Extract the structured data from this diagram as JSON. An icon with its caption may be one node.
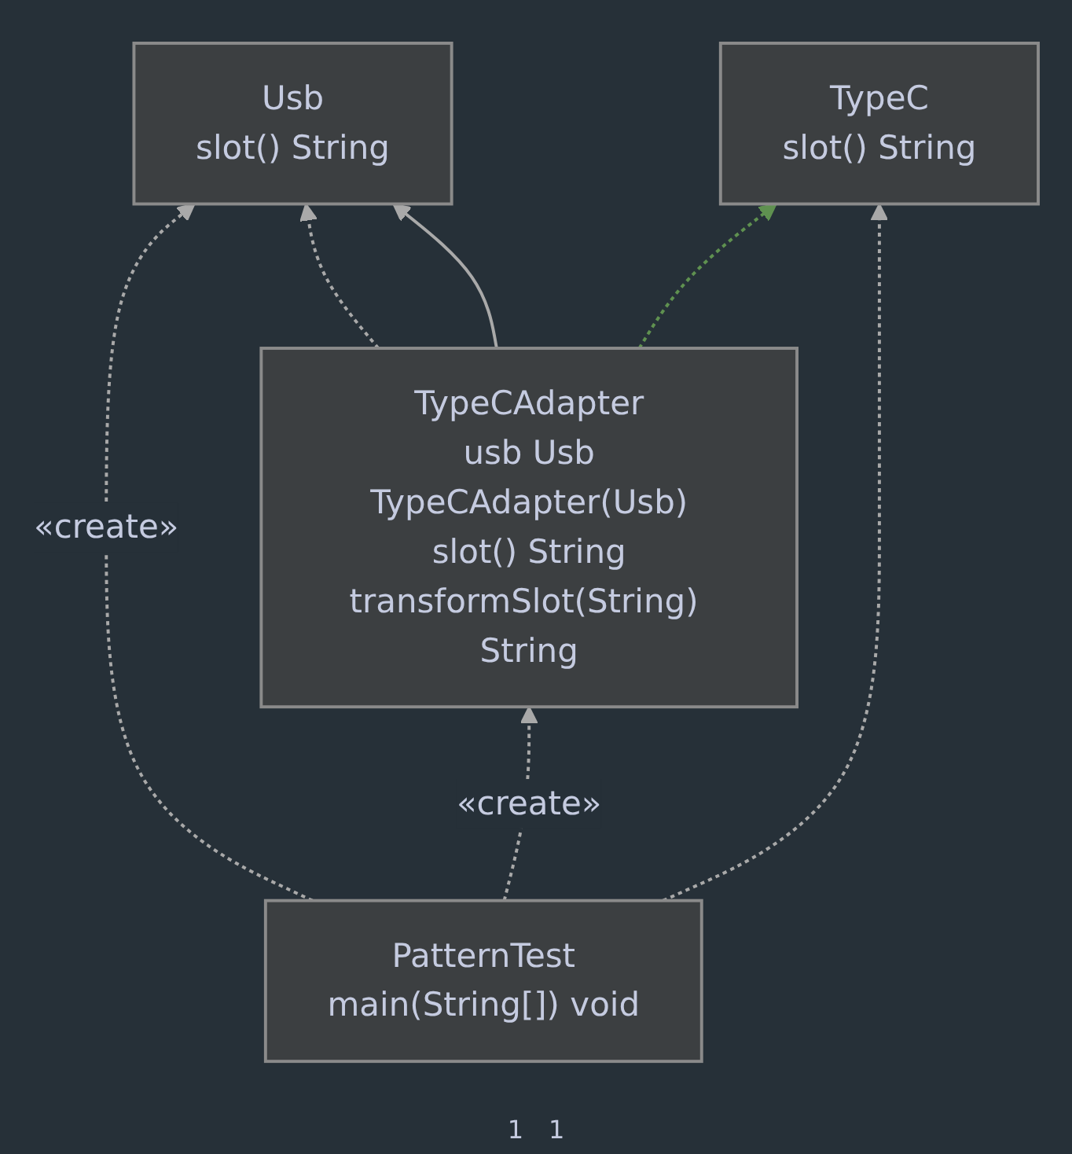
{
  "diagram": {
    "nodes": [
      {
        "text": [
          "Usb",
          "slot() String"
        ]
      },
      {
        "text": [
          "TypeC",
          "slot() String"
        ]
      },
      {
        "text": [
          "TypeCAdapter",
          "usb Usb",
          "TypeCAdapter(Usb)",
          "slot() String",
          "transformSlot(String) String"
        ]
      },
      {
        "text": [
          "PatternTest",
          "main(String[]) void"
        ]
      }
    ],
    "edges": [
      {
        "from": 3,
        "to": 0,
        "arrow": "to",
        "style": "dashed",
        "label": "«create»"
      },
      {
        "from": 2,
        "to": 0,
        "arrow": "to",
        "style": "dashed"
      },
      {
        "from": 2,
        "to": 0,
        "arrow": "to"
      },
      {
        "from": 2,
        "to": 1,
        "arrow": "to",
        "style": "dashed",
        "color": "#5f9150"
      },
      {
        "from": 3,
        "to": 1,
        "arrow": "to",
        "style": "dashed"
      },
      {
        "from": 3,
        "to": 2,
        "arrow": "to",
        "style": "dashed",
        "label": "«create»"
      }
    ],
    "labels": [
      "1",
      "1"
    ]
  }
}
